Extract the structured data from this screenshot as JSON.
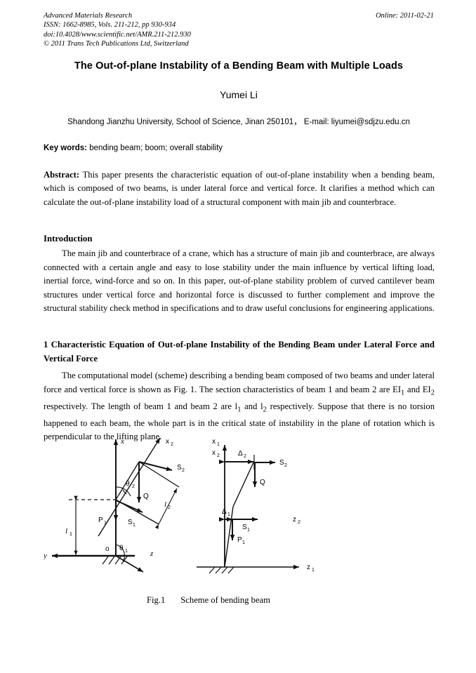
{
  "header": {
    "journal": "Advanced Materials Research",
    "issn_line": "ISSN: 1662-8985, Vols. 211-212, pp 930-934",
    "doi_line": "doi:10.4028/www.scientific.net/AMR.211-212.930",
    "copyright_line": "© 2011 Trans Tech Publications Ltd, Switzerland",
    "online": "Online: 2011-02-21"
  },
  "title": "The Out-of-plane Instability of a Bending Beam with Multiple Loads",
  "author": "Yumei Li",
  "affiliation": "Shandong Jianzhu University, School of Science, Jinan 250101， E-mail: liyumei@sdjzu.edu.cn",
  "keywords": {
    "label": "Key words:",
    "value": " bending beam; boom; overall stability"
  },
  "abstract": {
    "label": "Abstract:",
    "text": " This paper presents the characteristic equation of out-of-plane instability when a bending beam, which is composed of two beams, is under lateral force and vertical force. It clarifies a method which can calculate the out-of-plane instability load of a structural component with main jib and counterbrace."
  },
  "sections": [
    {
      "heading": "Introduction",
      "paragraph": "The main jib and counterbrace of a crane, which has a structure of main jib and counterbrace, are always connected with a certain angle and easy to lose stability under the main influence by vertical lifting load, inertial force, wind-force and so on. In this paper, out-of-plane stability problem of curved cantilever beam structures under vertical force and horizontal force is discussed to further complement and improve the structural stability check method in specifications and to draw useful conclusions for engineering applications."
    },
    {
      "heading": "1 Characteristic Equation of Out-of-plane Instability of the Bending Beam under Lateral Force and Vertical Force",
      "paragraph_part1": "The computational model (scheme) describing a bending beam composed of two beams and under lateral force and vertical force is shown as Fig. 1. The section characteristics of beam 1 and beam 2 are EI",
      "paragraph_sub1": "1",
      "paragraph_part2": " and EI",
      "paragraph_sub2": "2",
      "paragraph_part3": " respectively. The length of beam 1 and beam 2 are l",
      "paragraph_sub3": "1",
      "paragraph_part4": " and l",
      "paragraph_sub4": "2",
      "paragraph_part5": " respectively. Suppose that there is no torsion happened to each beam, the whole part is in the critical state of instability in the plane of rotation which is perpendicular to the lifting plane."
    }
  ],
  "figure": {
    "caption_number": "Fig.1",
    "caption_text": "Scheme of bending beam",
    "left_diagram": {
      "axis_x": "x",
      "axis_x2": "x",
      "axis_x2_sub": "2",
      "axis_z": "z",
      "axis_y": "y",
      "origin": "o",
      "angle_theta1": "θ",
      "angle_theta1_sub": "1",
      "angle_theta2": "θ",
      "angle_theta2_sub": "2",
      "force_S1": "S",
      "force_S1_sub": "1",
      "force_S2": "S",
      "force_S2_sub": "2",
      "force_Q": "Q",
      "force_P1": "P",
      "force_P1_sub": "1",
      "length_l1": "l",
      "length_l1_sub": "1",
      "length_l2": "l",
      "length_l2_sub": "2"
    },
    "right_diagram": {
      "axis_x1": "x",
      "axis_x1_sub": "1",
      "axis_x2": "x",
      "axis_x2_sub": "2",
      "axis_z1": "z",
      "axis_z1_sub": "1",
      "axis_z2": "z",
      "axis_z2_sub": "2",
      "delta1": "Δ",
      "delta1_sub": "1",
      "delta2": "Δ",
      "delta2_sub": "2",
      "force_S1": "S",
      "force_S1_sub": "1",
      "force_S2": "S",
      "force_S2_sub": "2",
      "force_Q": "Q",
      "force_P1": "P",
      "force_P1_sub": "1"
    }
  },
  "colors": {
    "text": "#000000",
    "page_background": "#ffffff",
    "diagram_line": "#1a1a1a"
  }
}
